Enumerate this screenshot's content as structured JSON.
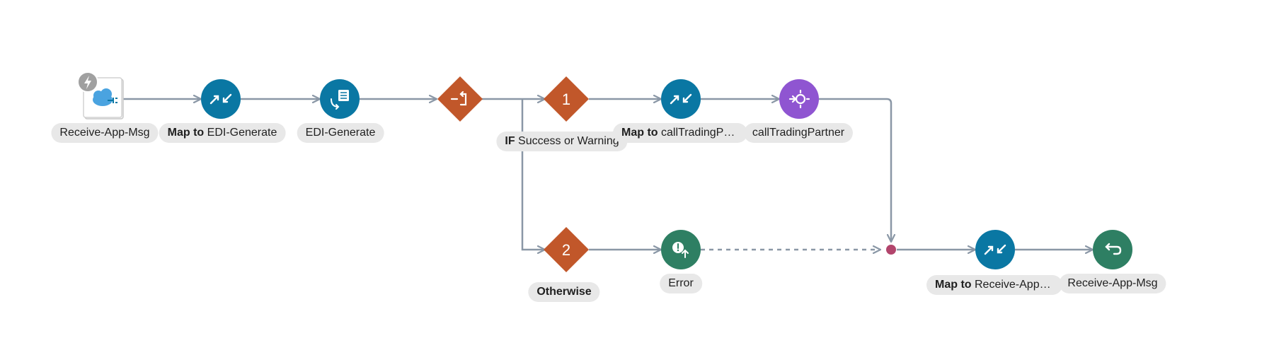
{
  "colors": {
    "connector": "#8a97a6",
    "teal": "#0a77a3",
    "orange": "#c1572a",
    "purple": "#8f55d1",
    "green": "#2e7f63",
    "join": "#b2456c",
    "label_bg": "#e8e8e8",
    "trigger_badge": "#a0a0a0"
  },
  "nodes": {
    "receive": {
      "label": "Receive-App-Msg",
      "icon": "cloud-adapter-icon"
    },
    "map_edi": {
      "label_prefix": "Map to",
      "label": "EDI-Generate",
      "icon": "map-icon"
    },
    "edi": {
      "label": "EDI-Generate",
      "icon": "edi-icon"
    },
    "switch": {
      "icon": "switch-icon"
    },
    "branch1": {
      "number": "1",
      "label_prefix": "IF",
      "label": "Success or Warning"
    },
    "map_call": {
      "label_prefix": "Map to",
      "label": "callTradingPa…",
      "icon": "map-icon"
    },
    "call": {
      "label": "callTradingPartner",
      "icon": "invoke-icon"
    },
    "branch2": {
      "number": "2",
      "label": "Otherwise"
    },
    "error": {
      "label": "Error",
      "icon": "throw-error-icon"
    },
    "map_return": {
      "label_prefix": "Map to",
      "label": "Receive-App…",
      "icon": "map-icon"
    },
    "return": {
      "label": "Receive-App-Msg",
      "icon": "return-icon"
    }
  }
}
